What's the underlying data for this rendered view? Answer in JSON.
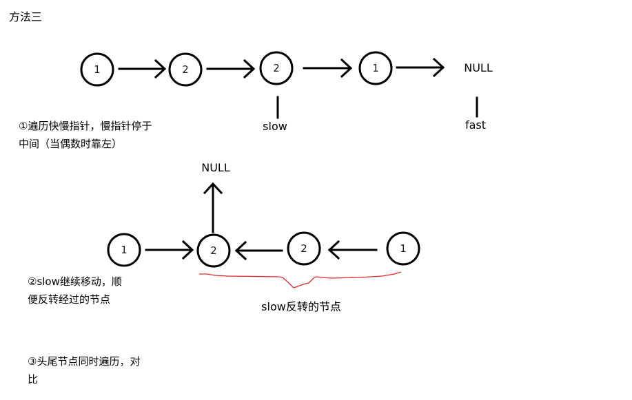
{
  "title": "方法三",
  "steps": {
    "step1": [
      "①遍历快慢指针，慢指针停于",
      "中间（当偶数时靠左）"
    ],
    "step2": [
      "②slow继续移动，顺",
      "便反转经过的节点"
    ],
    "step3": [
      "③头尾节点同时遍历，对",
      "比"
    ]
  },
  "diagram_top": {
    "nodes": [
      "1",
      "2",
      "2",
      "1"
    ],
    "terminal": "NULL",
    "pointers": {
      "slow": "slow",
      "fast": "fast"
    },
    "slow_at_node_index": 2,
    "fast_at": "NULL"
  },
  "diagram_bottom": {
    "nodes": [
      "1",
      "2",
      "2",
      "1"
    ],
    "terminal": "NULL",
    "annotation": "slow反转的节点",
    "brace_color": "#e0262b"
  }
}
